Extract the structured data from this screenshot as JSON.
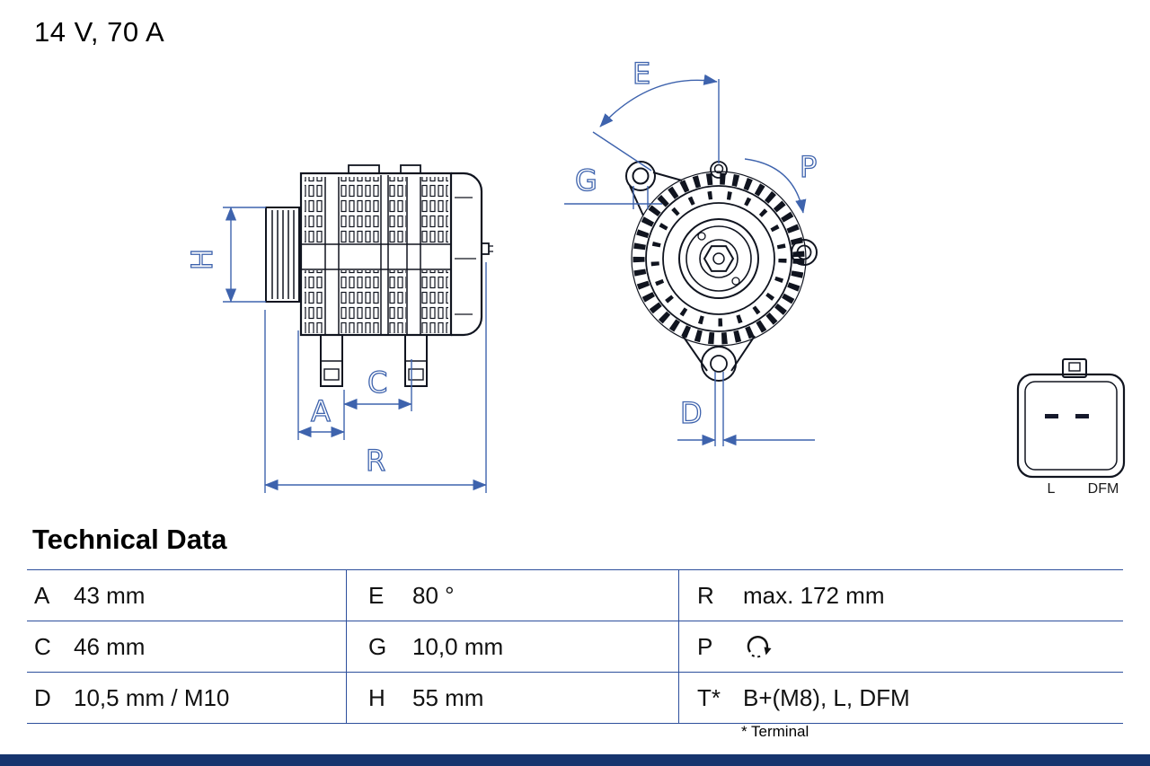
{
  "header": {
    "title": "14 V, 70 A"
  },
  "diagram": {
    "dimension_labels": {
      "H": "H",
      "A": "A",
      "C": "C",
      "R": "R",
      "E": "E",
      "G": "G",
      "P": "P",
      "D": "D"
    },
    "connector": {
      "pin_left_label": "L",
      "pin_right_label": "DFM"
    }
  },
  "technical_data": {
    "heading": "Technical Data",
    "footnote": "* Terminal",
    "p_value_icon": "rotation-direction-icon",
    "rows": [
      {
        "c1k": "A",
        "c1v": "43 mm",
        "c2k": "E",
        "c2v": "80 °",
        "c3k": "R",
        "c3v": "max. 172 mm"
      },
      {
        "c1k": "C",
        "c1v": "46 mm",
        "c2k": "G",
        "c2v": "10,0 mm",
        "c3k": "P",
        "c3v": ""
      },
      {
        "c1k": "D",
        "c1v": "10,5 mm / M10",
        "c2k": "H",
        "c2v": "55 mm",
        "c3k": "T*",
        "c3v": "B+(M8), L, DFM"
      }
    ]
  },
  "colors": {
    "dimension_blue": "#3E63AD",
    "drawing_line": "#10141F",
    "table_line": "#2D4F9C",
    "footer_bar": "#16346E"
  }
}
